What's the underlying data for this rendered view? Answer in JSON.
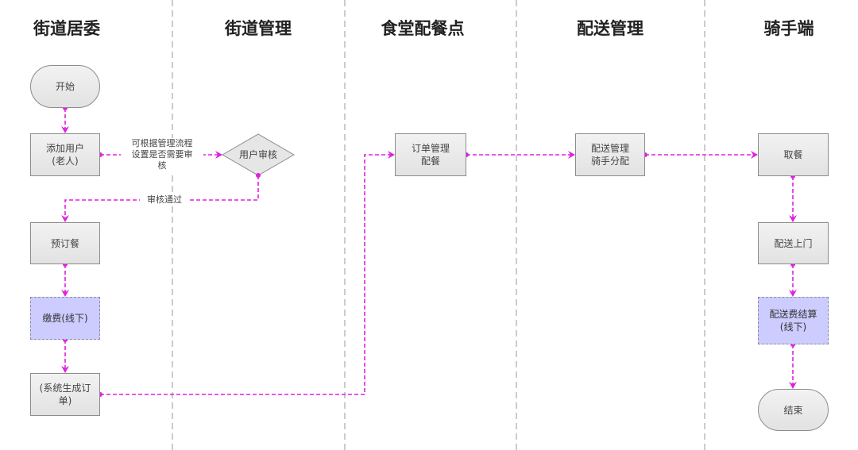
{
  "lanes": [
    "街道居委",
    "街道管理",
    "食堂配餐点",
    "配送管理",
    "骑手端"
  ],
  "nodes": {
    "start": "开始",
    "add_user": "添加用户\n(老人)",
    "user_review": "用户审核",
    "preorder": "预订餐",
    "payment": "缴费(线下)",
    "system_order": "(系统生成订\n单)",
    "order_mgmt": "订单管理\n配餐",
    "delivery_mgmt": "配送管理\n骑手分配",
    "pickup": "取餐",
    "door_delivery": "配送上门",
    "fee_settlement": "配送费结算\n(线下)",
    "end": "结束"
  },
  "edge_labels": {
    "review_optional": "可根据管理流程\n设置是否需要审\n核",
    "review_passed": "审核通过"
  },
  "colors": {
    "connector": "#e020e0",
    "offline_fill": "#ccccff",
    "node_fill": "#e8e8e8"
  }
}
